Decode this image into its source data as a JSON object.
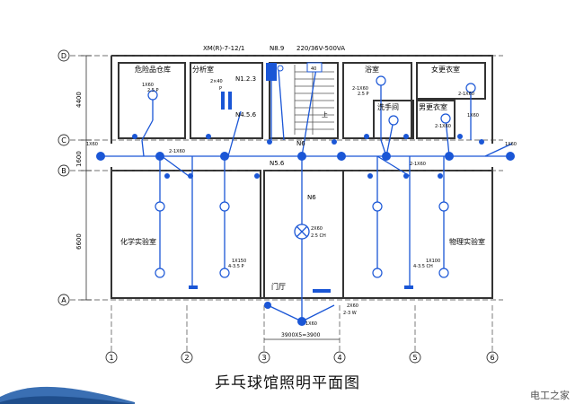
{
  "title": "乒乓球馆照明平面图",
  "watermark": "电工之家",
  "grid_rows": [
    "D",
    "C",
    "B",
    "A"
  ],
  "grid_cols": [
    "1",
    "2",
    "3",
    "4",
    "5",
    "6"
  ],
  "dims": {
    "d1": "4400",
    "d2": "1600",
    "d3": "6600",
    "bottom": "3900X5=3900"
  },
  "rooms": {
    "hazard": "危险品仓库",
    "analysis": "分析室",
    "bath": "浴室",
    "women": "女更衣室",
    "wash": "洗手间",
    "men": "男更衣室",
    "chem": "化学实验室",
    "phys": "物理实验室",
    "hall": "门厅"
  },
  "labels": {
    "panel": "XM(R)-7-12/1",
    "n89": "N8.9",
    "transformer": "220/36V-500VA",
    "n123": "N1.2.3",
    "n456": "N4.5.6",
    "n6a": "N6",
    "n56": "N5.6",
    "n6b": "N6",
    "up": "上",
    "f40": "40",
    "l_2x40_top": "2×40",
    "l_2x40_bot": "P",
    "l_1x60a": "1X60",
    "l_2_1x60a": "2-1X60",
    "l_2_1x60b": "2-1X60",
    "l_2_1x60c": "2-1X60",
    "l_2_1x60d": "2-1X60",
    "l_1x60b": "1X60",
    "l_1x60c": "1X60",
    "l_1x60d": "1X60",
    "l_hazard_top": "1X60",
    "l_hazard_bot": "2.5 P",
    "l_bath_top": "2-1X60",
    "l_bath_bot": "2.5 P",
    "l_chem_top": "1X150",
    "l_chem_bot": "4-3.5 P",
    "l_phys_top": "1X100",
    "l_phys_bot": "4-3.5 CH",
    "l_mid_top": "2X60",
    "l_mid_bot": "2.5 CH",
    "l_entry_top": "2X60",
    "l_entry_bot": "2-3 W"
  },
  "colors": {
    "wire": "#1a56d6",
    "wall": "#333333",
    "lamp": "#1a56d6"
  }
}
